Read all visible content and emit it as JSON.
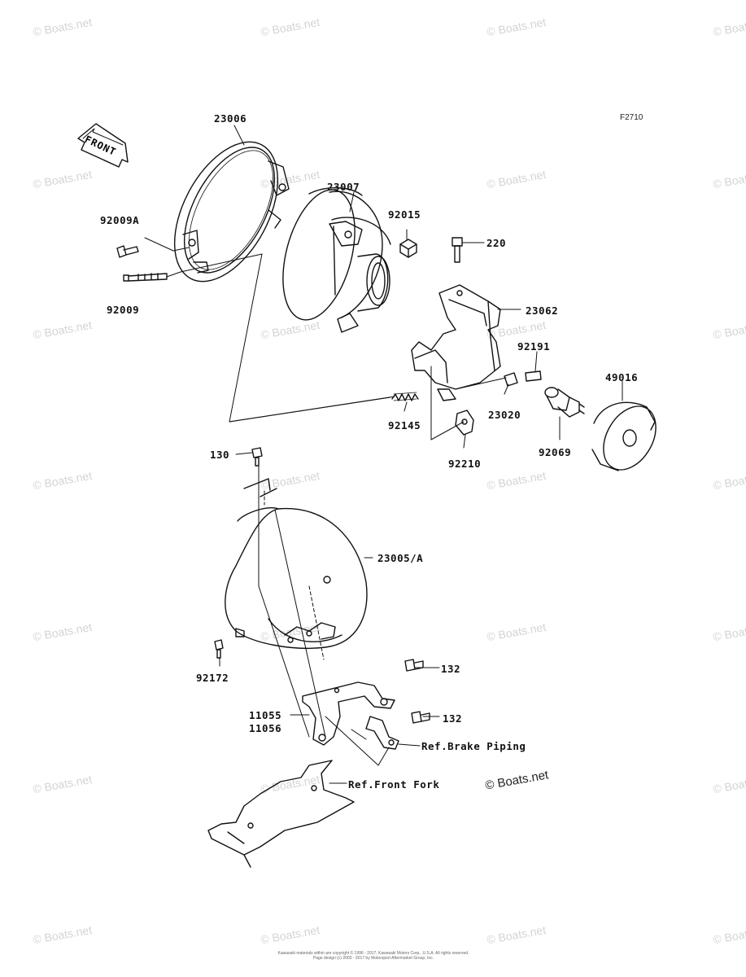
{
  "diagram": {
    "code": "F2710",
    "direction_label": "FRONT",
    "brand": "© Boats.net",
    "watermark": "© Boats.net",
    "footer_line1": "Kawasaki materials within are copyright © 1996 - 2017, Kawasaki Motors Corp., U.S.A. All rights reserved.",
    "footer_line2": "Page design (c) 2003 - 2017 by Motorsport Aftermarket Group, Inc.",
    "parts": [
      {
        "id": "23006",
        "label": "23006"
      },
      {
        "id": "23007",
        "label": "23007"
      },
      {
        "id": "92015",
        "label": "92015"
      },
      {
        "id": "92009A",
        "label": "92009A"
      },
      {
        "id": "92009",
        "label": "92009"
      },
      {
        "id": "220",
        "label": "220"
      },
      {
        "id": "23062",
        "label": "23062"
      },
      {
        "id": "92191",
        "label": "92191"
      },
      {
        "id": "49016",
        "label": "49016"
      },
      {
        "id": "23020",
        "label": "23020"
      },
      {
        "id": "92145",
        "label": "92145"
      },
      {
        "id": "92210",
        "label": "92210"
      },
      {
        "id": "92069",
        "label": "92069"
      },
      {
        "id": "130",
        "label": "130"
      },
      {
        "id": "23005A",
        "label": "23005/A"
      },
      {
        "id": "92172",
        "label": "92172"
      },
      {
        "id": "132a",
        "label": "132"
      },
      {
        "id": "132b",
        "label": "132"
      },
      {
        "id": "11055",
        "label": "11055"
      },
      {
        "id": "11056",
        "label": "11056"
      },
      {
        "id": "ref-brake",
        "label": "Ref.Brake Piping"
      },
      {
        "id": "ref-fork",
        "label": "Ref.Front Fork"
      }
    ]
  }
}
